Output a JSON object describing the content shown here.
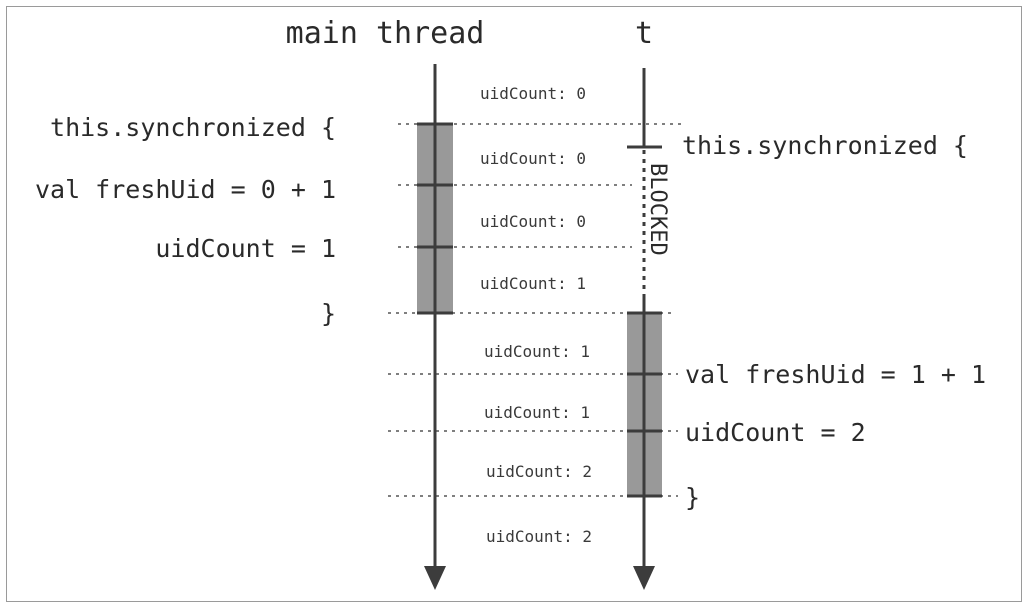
{
  "headers": {
    "main": "main thread",
    "t": "t"
  },
  "main_code": [
    "this.synchronized {",
    "val freshUid = 0 + 1",
    "uidCount = 1",
    "}"
  ],
  "t_code": [
    "this.synchronized {",
    "val freshUid = 1 + 1",
    "uidCount = 2",
    "}"
  ],
  "blocked_label": "BLOCKED",
  "uid_counts": [
    "uidCount: 0",
    "uidCount: 0",
    "uidCount: 0",
    "uidCount: 1",
    "uidCount: 1",
    "uidCount: 1",
    "uidCount: 2",
    "uidCount: 2"
  ],
  "colors": {
    "line": "#3c3c3c",
    "lock_bar": "#999999",
    "dotted": "#555555",
    "frame": "#9a9a9a"
  }
}
